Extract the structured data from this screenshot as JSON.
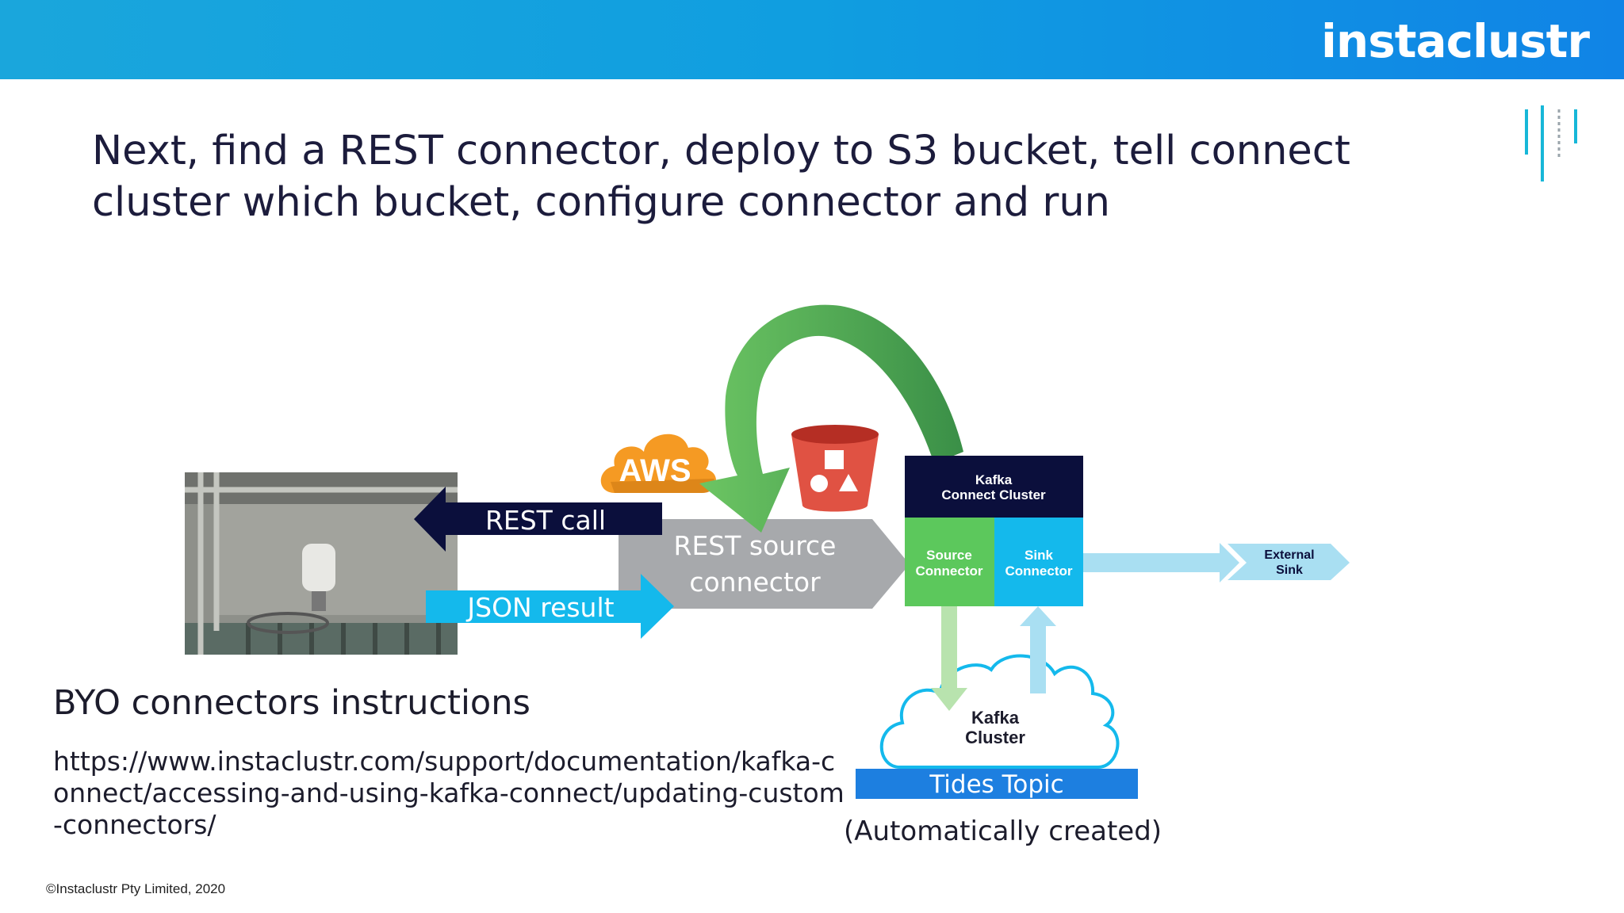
{
  "brand": {
    "logo": "instaclustr"
  },
  "slide": {
    "title": "Next, find a REST connector, deploy to S3 bucket, tell connect cluster which bucket, configure connector and run",
    "byo_heading": "BYO connectors instructions",
    "byo_url": "https://www.instaclustr.com/support/documentation/kafka-connect/accessing-and-using-kafka-connect/updating-custom-connectors/",
    "copyright": "©Instaclustr Pty Limited, 2020"
  },
  "diagram": {
    "aws_label": "AWS",
    "rest_call": "REST call",
    "json_result": "JSON result",
    "rest_source_line1": "REST source",
    "rest_source_line2": "connector",
    "connect_cluster_line1": "Kafka",
    "connect_cluster_line2": "Connect Cluster",
    "source_connector_line1": "Source",
    "source_connector_line2": "Connector",
    "sink_connector_line1": "Sink",
    "sink_connector_line2": "Connector",
    "external_sink_line1": "External",
    "external_sink_line2": "Sink",
    "kafka_cluster_line1": "Kafka",
    "kafka_cluster_line2": "Cluster",
    "tides_topic": "Tides Topic",
    "auto_created": "(Automatically created)"
  },
  "colors": {
    "header_blue": "#109ee0",
    "navy": "#0b0f3c",
    "cyan": "#14b9ec",
    "green": "#5cc85c",
    "dark_green": "#3e9a48",
    "grey": "#a7a9ac",
    "aws_orange": "#f59a23",
    "s3_red": "#e05243",
    "topic_blue": "#1d7fe0"
  }
}
